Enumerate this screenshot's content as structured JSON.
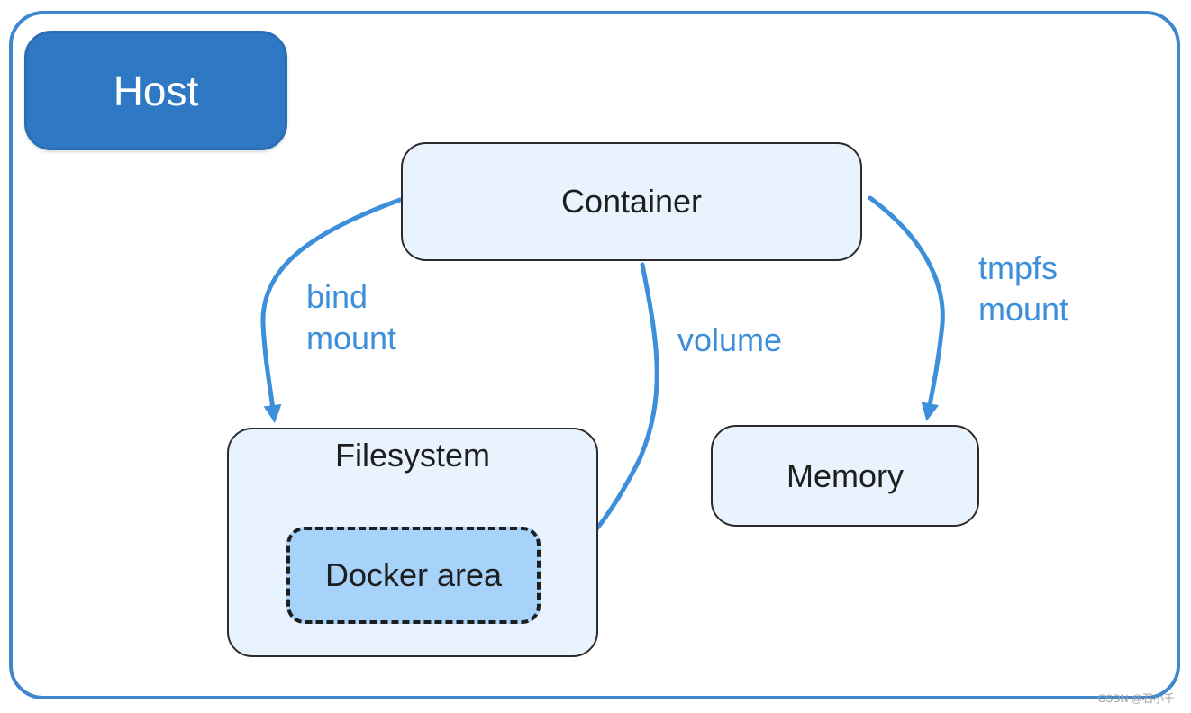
{
  "host": {
    "label": "Host"
  },
  "nodes": {
    "container": "Container",
    "filesystem": "Filesystem",
    "docker_area": "Docker area",
    "memory": "Memory"
  },
  "edges": {
    "bind": {
      "line1": "bind",
      "line2": "mount"
    },
    "volume": {
      "line1": "volume"
    },
    "tmpfs": {
      "line1": "tmpfs",
      "line2": "mount"
    }
  },
  "watermark": "CSDN @石小千",
  "colors": {
    "frame": "#3f86cc",
    "host_badge": "#2f79c4",
    "node_fill": "#e8f3fd",
    "docker_fill": "#a7d3fa",
    "arrow": "#3d8fd9"
  }
}
